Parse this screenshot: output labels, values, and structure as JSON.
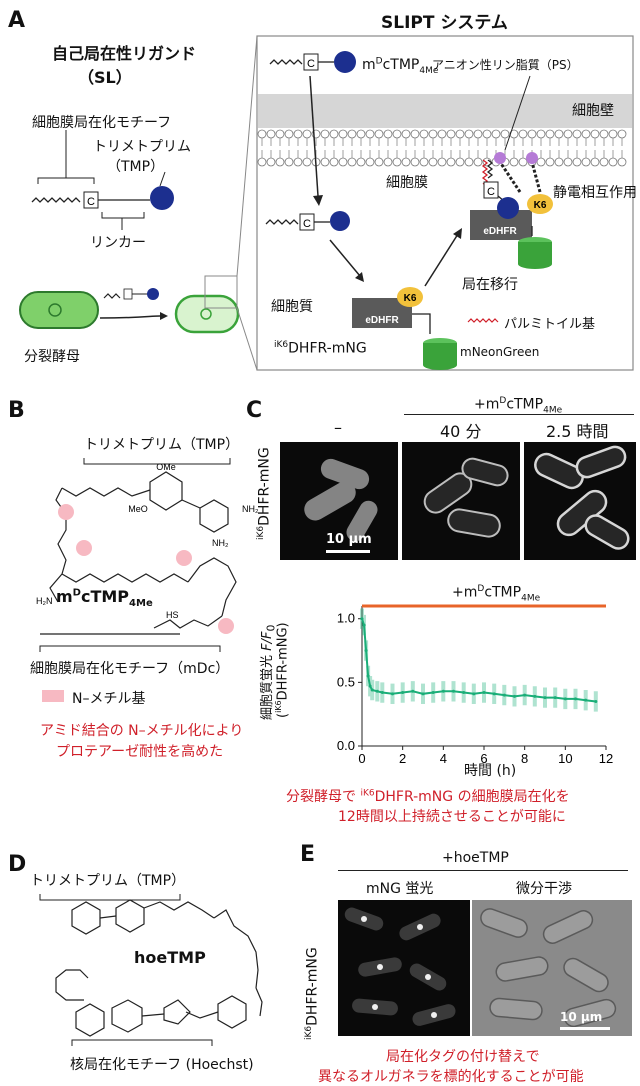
{
  "panelA": {
    "label": "A",
    "title": "SLIPT システム",
    "sl_title": "自己局在性リガンド",
    "sl_abbr": "（SL）",
    "pm_motif": "細胞膜局在化モチーフ",
    "tmp_name": "トリメトプリム",
    "tmp_abbr": "（TMP）",
    "linker": "リンカー",
    "yeast": "分裂酵母",
    "ligand_name": "mDcTMP4Me",
    "ps": "アニオン性リン脂質（PS）",
    "cell_wall": "細胞壁",
    "membrane": "細胞膜",
    "electrostatic": "静電相互作用",
    "cytoplasm": "細胞質",
    "translocation": "局在移行",
    "palmitoyl": "パルミトイル基",
    "fusion_name": "iK6DHFR-mNG",
    "mneongreen": "mNeonGreen",
    "edhfr": "eDHFR",
    "k6": "K6",
    "c": "C"
  },
  "panelB": {
    "label": "B",
    "tmp_label": "トリメトプリム（TMP）",
    "compound": "mDcTMP4Me",
    "motif": "細胞膜局在化モチーフ（mDc）",
    "legend": "N–メチル基",
    "note1": "アミド結合の N–メチル化により",
    "note2": "プロテアーゼ耐性を高めた"
  },
  "panelC": {
    "label": "C",
    "treatment": "+mDcTMP4Me",
    "col1": "–",
    "col2": "40 分",
    "col3": "2.5 時間",
    "row_label": "iK6DHFR-mNG",
    "scale": "10 µm",
    "chart_treatment": "+mDcTMP4Me",
    "summary1": "分裂酵母で iK6DHFR-mNG の細胞膜局在化を",
    "summary2": "12時間以上持続させることが可能に"
  },
  "chart_data": {
    "type": "line",
    "xlabel": "時間 (h)",
    "ylabel": "細胞質蛍光 F/F0 (iK6DHFR-mNG)",
    "xlim": [
      0,
      12
    ],
    "ylim": [
      0,
      1.1
    ],
    "x_ticks": [
      "0",
      "2",
      "4",
      "6",
      "8",
      "10",
      "12"
    ],
    "y_ticks": [
      "0.0",
      "0.5",
      "1.0"
    ],
    "series": [
      {
        "x": [
          0,
          0.1,
          0.2,
          0.3,
          0.4,
          0.5,
          0.75,
          1,
          1.5,
          2,
          2.5,
          3,
          3.5,
          4,
          4.5,
          5,
          5.5,
          6,
          6.5,
          7,
          7.5,
          8,
          8.5,
          9,
          9.5,
          10,
          10.5,
          11,
          11.5
        ],
        "values": [
          1.0,
          0.95,
          0.75,
          0.55,
          0.47,
          0.44,
          0.43,
          0.42,
          0.41,
          0.42,
          0.43,
          0.41,
          0.42,
          0.43,
          0.43,
          0.42,
          0.41,
          0.42,
          0.41,
          0.4,
          0.39,
          0.4,
          0.39,
          0.38,
          0.38,
          0.37,
          0.37,
          0.36,
          0.35
        ],
        "color": "#1aae78"
      }
    ],
    "grid": false
  },
  "panelD": {
    "label": "D",
    "tmp_label": "トリメトプリム（TMP）",
    "compound": "hoeTMP",
    "motif": "核局在化モチーフ (Hoechst)"
  },
  "panelE": {
    "label": "E",
    "treatment": "+hoeTMP",
    "col1": "mNG 蛍光",
    "col2": "微分干渉",
    "row_label": "iK6DHFR-mNG",
    "scale": "10 µm",
    "summary1": "局在化タグの付け替えで",
    "summary2": "異なるオルガネラを標的化することが可能"
  },
  "colors": {
    "accent_red": "#d0202a",
    "dhfr_gray": "#5a5a5a",
    "k6_yellow": "#f2c13b",
    "tmp_blue": "#1c2f8f",
    "mng_green": "#3aa33a",
    "trace_green": "#1aae78",
    "bar_orange": "#e8642a",
    "nmethyl_pink": "#f7b9c2"
  }
}
